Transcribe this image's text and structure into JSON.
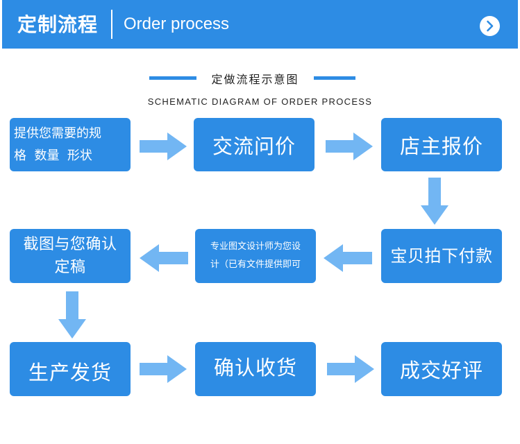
{
  "header": {
    "title_cn": "定制流程",
    "title_en": "Order process",
    "next_icon": "chevron-right-icon"
  },
  "subtitle": {
    "cn": "定做流程示意图",
    "en": "SCHEMATIC DIAGRAM OF ORDER PROCESS"
  },
  "steps": [
    {
      "line1": "提供您需要的规",
      "line2": "格  数量  形状"
    },
    {
      "line1": "交流问价",
      "line2": ""
    },
    {
      "line1": "店主报价",
      "line2": ""
    },
    {
      "line1": "宝贝拍下付款",
      "line2": ""
    },
    {
      "line1": "专业图文设计师为您设",
      "line2": "计（已有文件提供即可"
    },
    {
      "line1": "截图与您确认",
      "line2": "定稿"
    },
    {
      "line1": "生产发货",
      "line2": ""
    },
    {
      "line1": "确认收货",
      "line2": ""
    },
    {
      "line1": "成交好评",
      "line2": ""
    }
  ],
  "colors": {
    "box": "#2d8ce4",
    "arrow": "#72b6f3"
  }
}
